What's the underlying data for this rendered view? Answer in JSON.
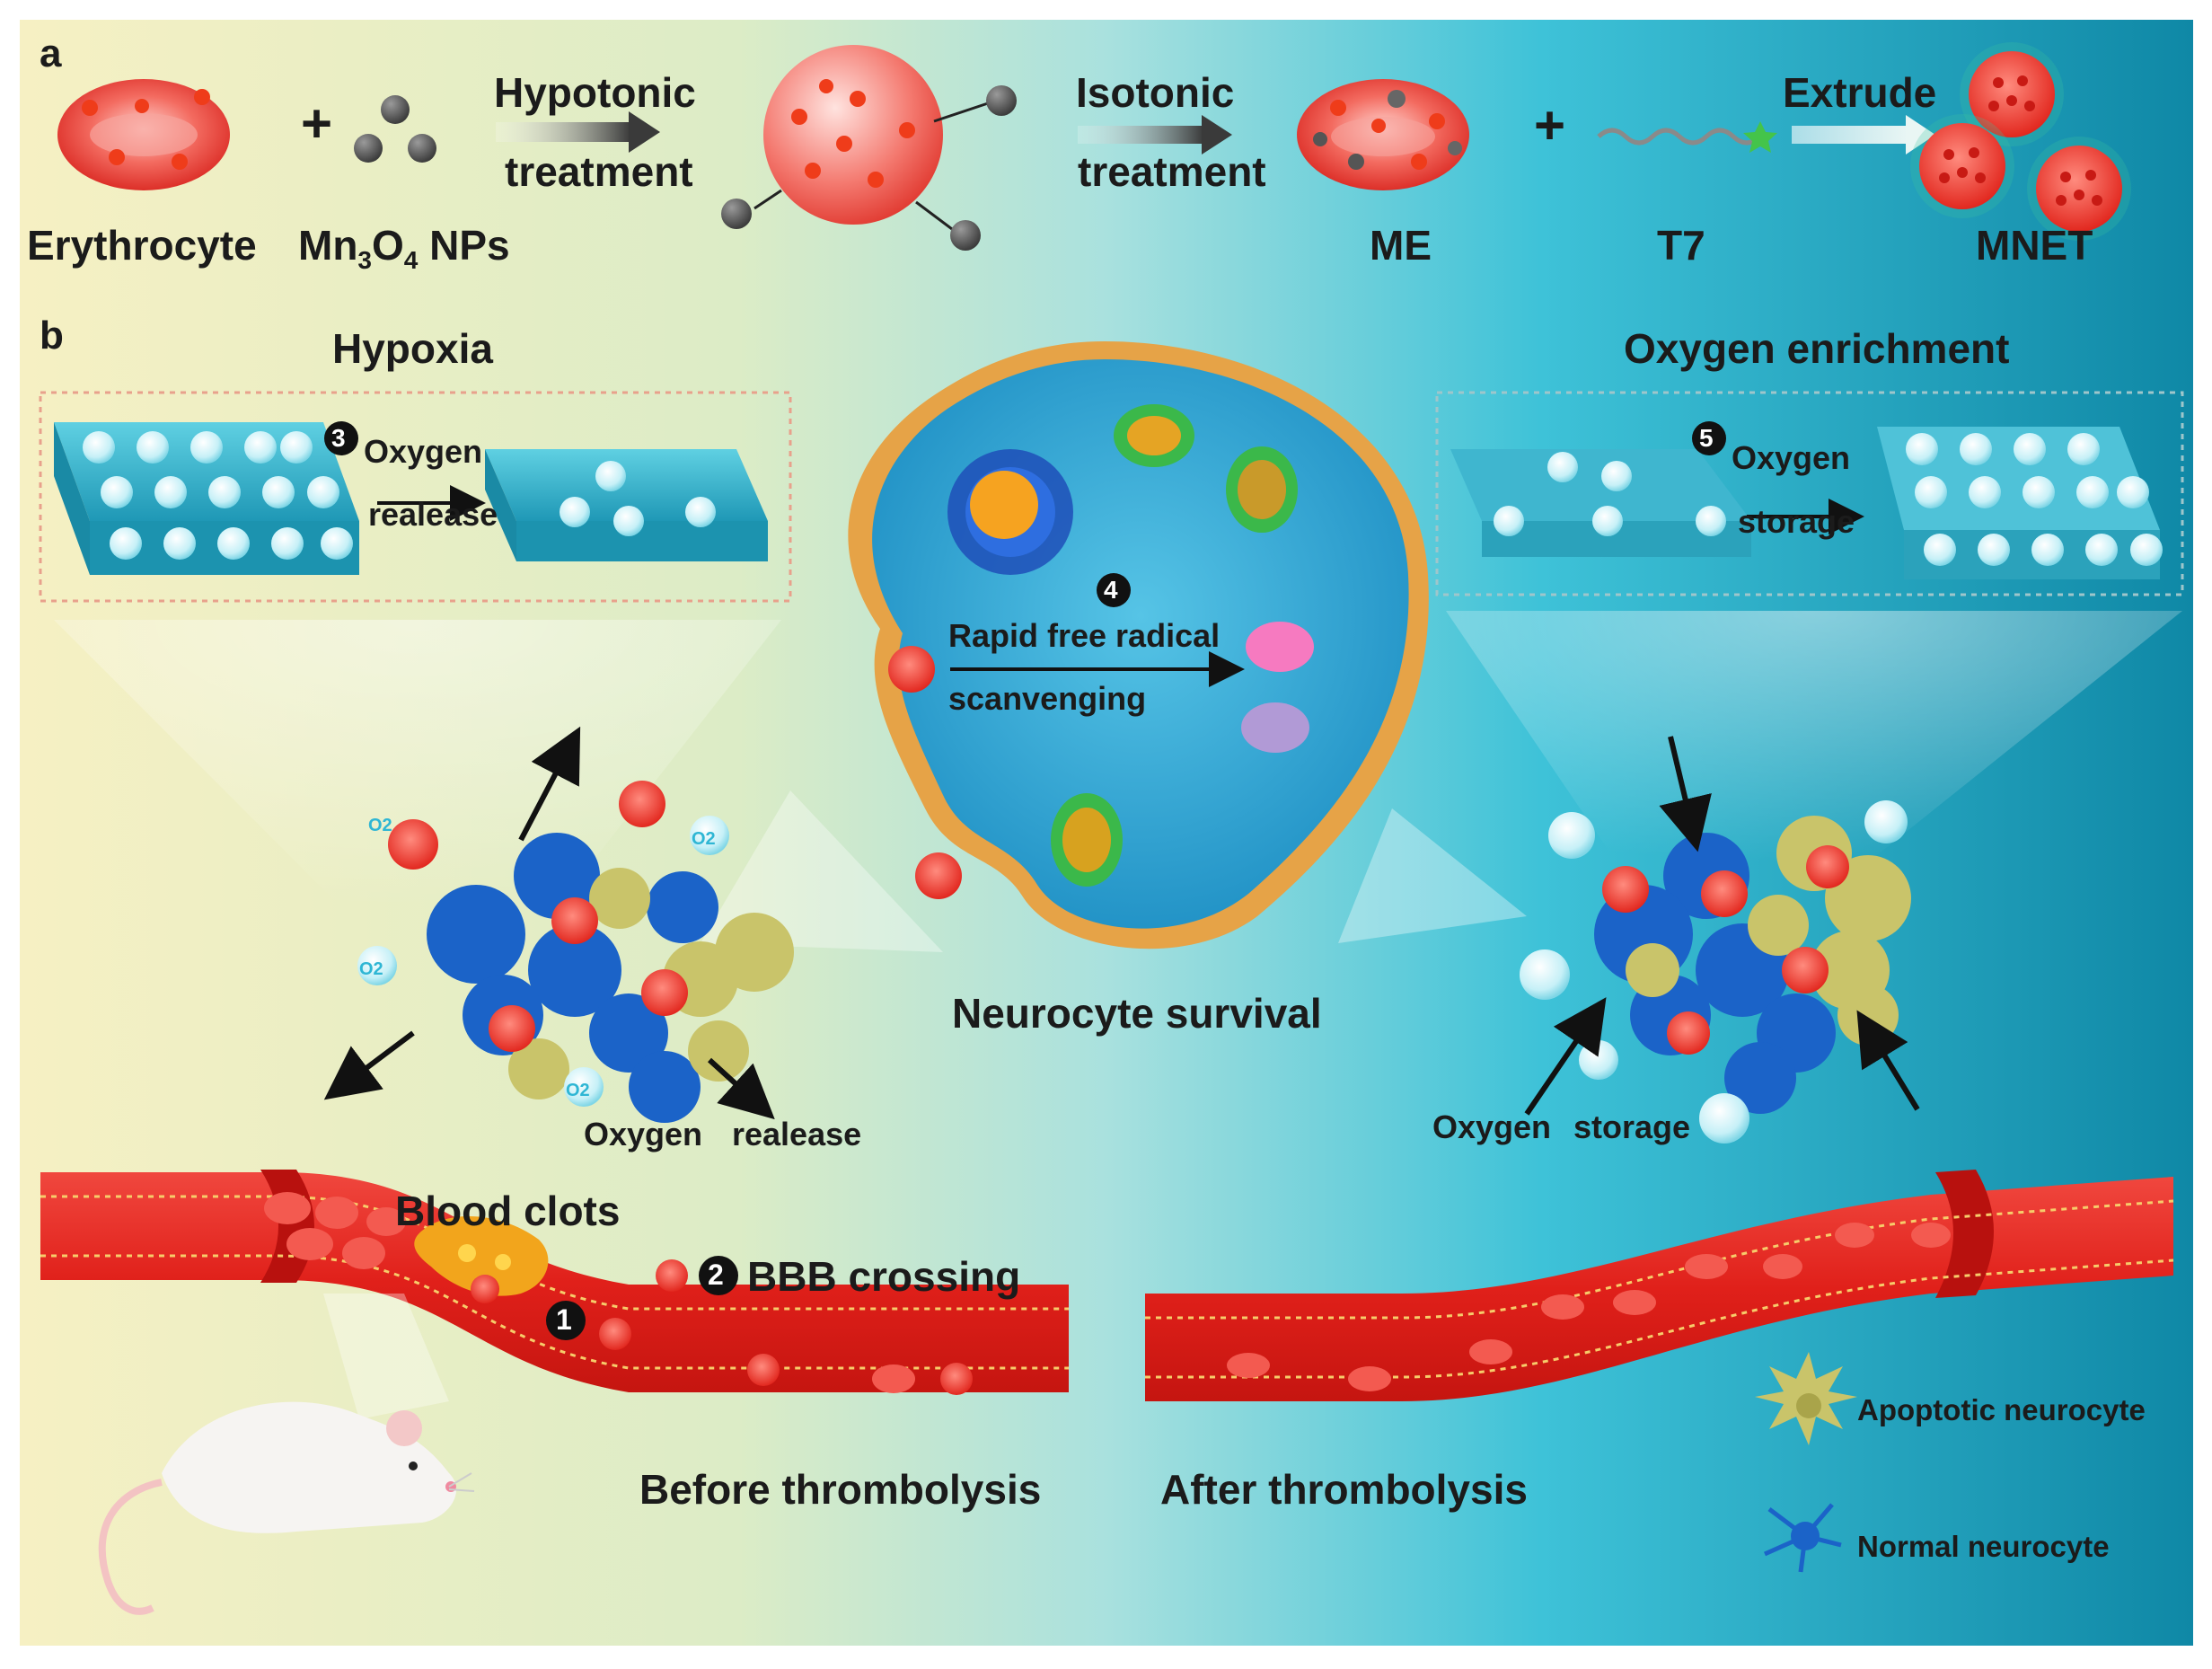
{
  "panel_a": {
    "letter": "a",
    "erythrocyte": "Erythrocyte",
    "plus": "+",
    "nps_prefix": "Mn",
    "nps_sub1": "3",
    "nps_mid": "O",
    "nps_sub2": "4",
    "nps_suffix": " NPs",
    "hypotonic_line1": "Hypotonic",
    "hypotonic_line2": "treatment",
    "isotonic_line1": "Isotonic",
    "isotonic_line2": "treatment",
    "me": "ME",
    "plus2": "+",
    "t7": "T7",
    "extrude": "Extrude",
    "mnet": "MNET"
  },
  "panel_b": {
    "letter": "b",
    "hypoxia": "Hypoxia",
    "oxygen_enrichment": "Oxygen enrichment",
    "step3_num": "3",
    "step3_line1": "Oxygen",
    "step3_line2": "realease",
    "step5_num": "5",
    "step5_line1": "Oxygen",
    "step5_line2": "storage",
    "step4_num": "4",
    "step4_line1": "Rapid free radical",
    "step4_line2": "scanvenging",
    "neurocyte_survival": "Neurocyte survival",
    "left_oxygen": "Oxygen",
    "left_release": "realease",
    "right_oxygen": "Oxygen",
    "right_storage": "storage",
    "blood_clots": "Blood clots",
    "step2_num": "2",
    "bbb_crossing": "BBB crossing",
    "step1_num": "1",
    "before": "Before thrombolysis",
    "after": "After thrombolysis",
    "o2_label": "O2"
  },
  "legend": {
    "apoptotic": "Apoptotic neurocyte",
    "normal": "Normal neurocyte"
  },
  "colors": {
    "bg_left": "#f3efc2",
    "bg_mid": "#c4e7d2",
    "bg_right": "#168eaa",
    "vessel": "#e8231d",
    "rbc": "#f0544a",
    "neuron_blue": "#1b63c8",
    "neuron_yellow": "#c9c46a",
    "cell_fill": "#3db8dc",
    "membrane": "#f0b24a"
  },
  "icons": [
    "erythrocyte-icon",
    "nanoparticle-icon",
    "t7-peptide-icon",
    "mnet-icon",
    "sponge-icon",
    "neuron-icon",
    "mouse-icon",
    "blood-vessel-icon"
  ]
}
